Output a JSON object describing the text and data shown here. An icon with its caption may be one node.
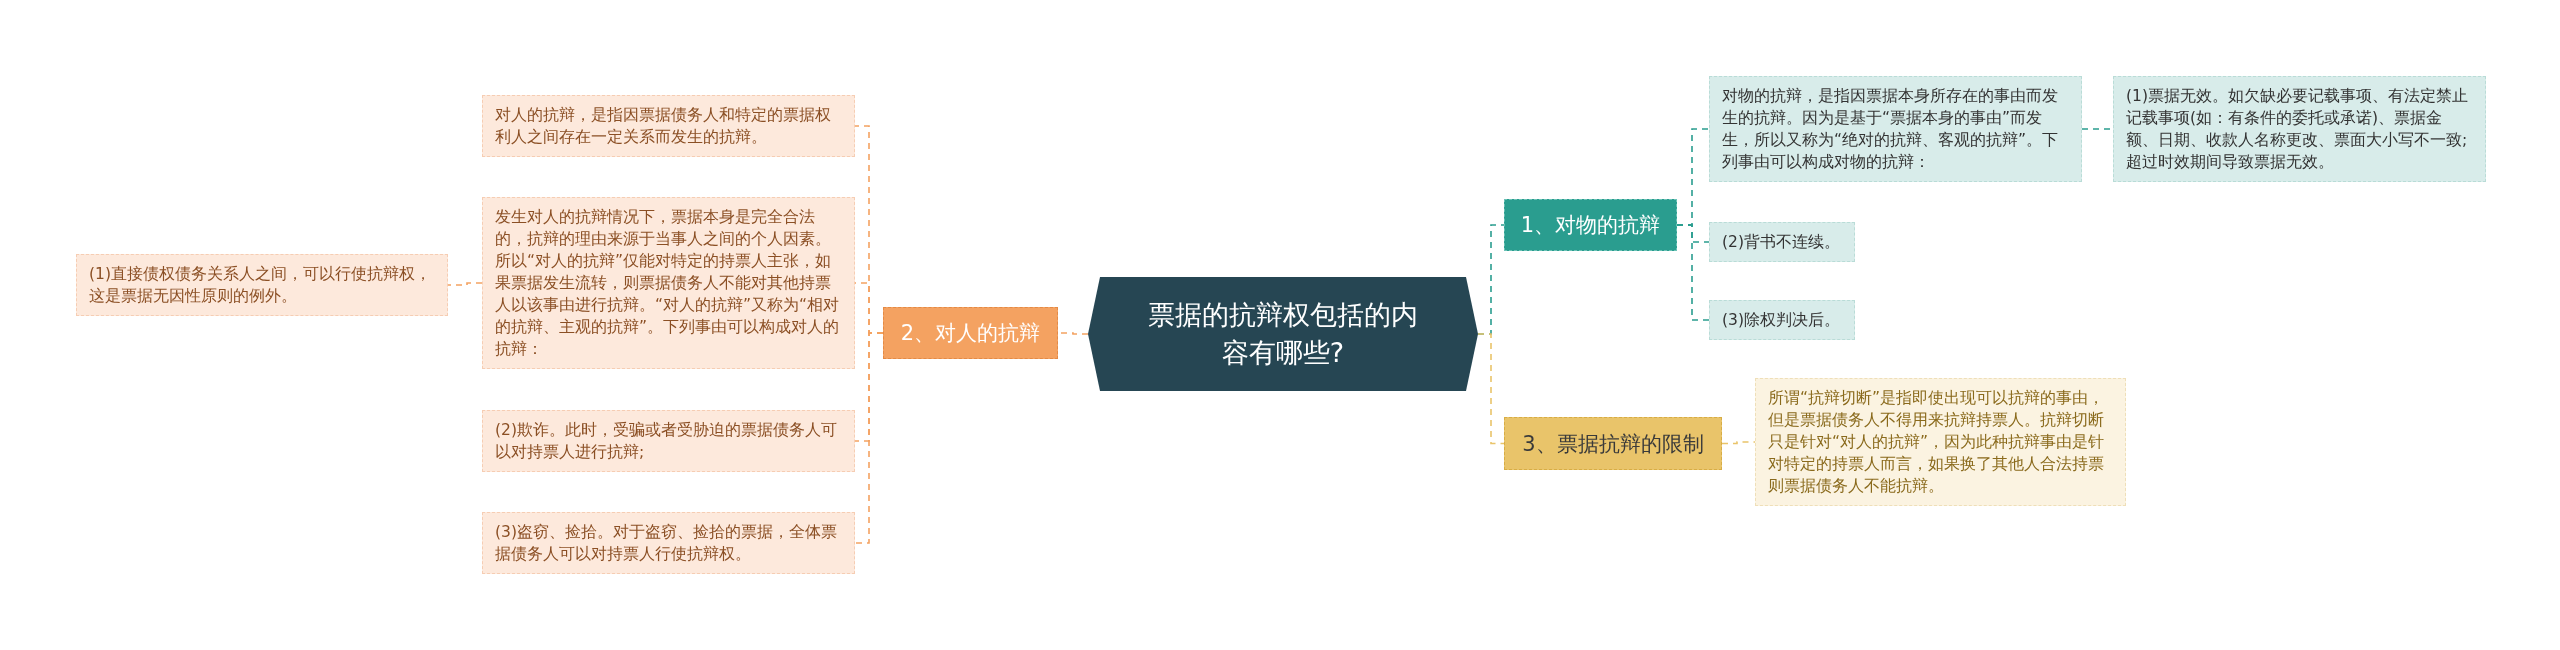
{
  "diagram": {
    "nodes": [
      {
        "text": [
          "票据的抗辩权包括的内容有哪些?"
        ]
      },
      {
        "text": [
          "1、对物的抗辩"
        ]
      },
      {
        "text": [
          "对物的抗辩，是指因票据本身所存在的事由而发生的抗辩。因为是基于“票据本身的事由”而发生，所以又称为“绝对的抗辩、客观的抗辩”。下列事由可以构成对物的抗辩："
        ]
      },
      {
        "text": [
          "(1)票据无效。如欠缺必要记载事项、有法定禁止记载事项(如：有条件的委托或承诺)、票据金额、日期、收款人名称更改、票面大小写不一致;超过时效期间导致票据无效。"
        ]
      },
      {
        "text": [
          "(2)背书不连续。"
        ]
      },
      {
        "text": [
          "(3)除权判决后。"
        ]
      },
      {
        "text": [
          "3、票据抗辩的限制"
        ]
      },
      {
        "text": [
          "所谓“抗辩切断”是指即使出现可以抗辩的事由，但是票据债务人不得用来抗辩持票人。抗辩切断只是针对“对人的抗辩”，因为此种抗辩事由是针对特定的持票人而言，如果换了其他人合法持票则票据债务人不能抗辩。"
        ]
      },
      {
        "text": [
          "2、对人的抗辩"
        ]
      },
      {
        "text": [
          "对人的抗辩，是指因票据债务人和特定的票据权利人之间存在一定关系而发生的抗辩。"
        ]
      },
      {
        "text": [
          "发生对人的抗辩情况下，票据本身是完全合法的，抗辩的理由来源于当事人之间的个人因素。所以“对人的抗辩”仅能对特定的持票人主张，如果票据发生流转，则票据债务人不能对其他持票人以该事由进行抗辩。“对人的抗辩”又称为“相对的抗辩、主观的抗辩”。下列事由可以构成对人的抗辩："
        ]
      },
      {
        "text": [
          "(1)直接债权债务关系人之间，可以行使抗辩权，这是票据无因性原则的例外。"
        ]
      },
      {
        "text": [
          "(2)欺诈。此时，受骗或者受胁迫的票据债务人可以对持票人进行抗辩;"
        ]
      },
      {
        "text": [
          "(3)盗窃、捡拾。对于盗窃、捡拾的票据，全体票据债务人可以对持票人行使抗辩权。"
        ]
      }
    ],
    "edges": [
      {
        "from": 0,
        "to": 1,
        "arrow": "none",
        "style": "dashed",
        "color": "#2a9d8f"
      },
      {
        "from": 1,
        "to": 2,
        "arrow": "none",
        "style": "dashed",
        "color": "#2a9d8f"
      },
      {
        "from": 2,
        "to": 3,
        "arrow": "none",
        "style": "dashed",
        "color": "#2a9d8f"
      },
      {
        "from": 1,
        "to": 4,
        "arrow": "none",
        "style": "dashed",
        "color": "#2a9d8f"
      },
      {
        "from": 1,
        "to": 5,
        "arrow": "none",
        "style": "dashed",
        "color": "#2a9d8f"
      },
      {
        "from": 0,
        "to": 6,
        "arrow": "none",
        "style": "dashed",
        "color": "#e9c46a"
      },
      {
        "from": 6,
        "to": 7,
        "arrow": "none",
        "style": "dashed",
        "color": "#e9c46a"
      },
      {
        "from": 0,
        "to": 8,
        "arrow": "none",
        "style": "dashed",
        "color": "#f4a261"
      },
      {
        "from": 8,
        "to": 9,
        "arrow": "none",
        "style": "dashed",
        "color": "#f4a261"
      },
      {
        "from": 8,
        "to": 10,
        "arrow": "none",
        "style": "dashed",
        "color": "#f4a261"
      },
      {
        "from": 10,
        "to": 11,
        "arrow": "none",
        "style": "dashed",
        "color": "#f4a261"
      },
      {
        "from": 8,
        "to": 12,
        "arrow": "none",
        "style": "dashed",
        "color": "#f4a261"
      },
      {
        "from": 8,
        "to": 13,
        "arrow": "none",
        "style": "dashed",
        "color": "#f4a261"
      }
    ]
  }
}
